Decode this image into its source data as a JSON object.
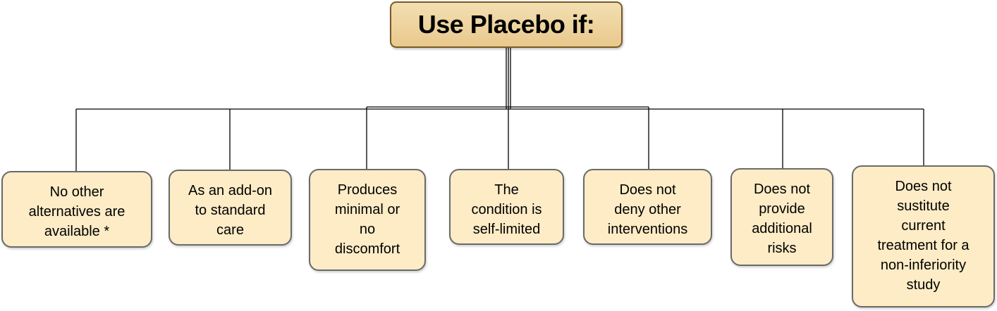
{
  "root": {
    "label": "Use Placebo if:"
  },
  "nodes": [
    {
      "label": "No other\nalternatives are\navailable *"
    },
    {
      "label": "As an add-on\nto standard\ncare"
    },
    {
      "label": "Produces\nminimal or\nno\ndiscomfort"
    },
    {
      "label": "The\ncondition is\nself-limited"
    },
    {
      "label": "Does not\ndeny other\ninterventions"
    },
    {
      "label": "Does not\nprovide\nadditional\nrisks"
    },
    {
      "label": "Does not\nsustitute\ncurrent\ntreatment for a\nnon-inferiority\nstudy"
    }
  ],
  "colors": {
    "root_fill": "#eed4a0",
    "node_fill": "#fdecc6",
    "line": "#000000"
  }
}
